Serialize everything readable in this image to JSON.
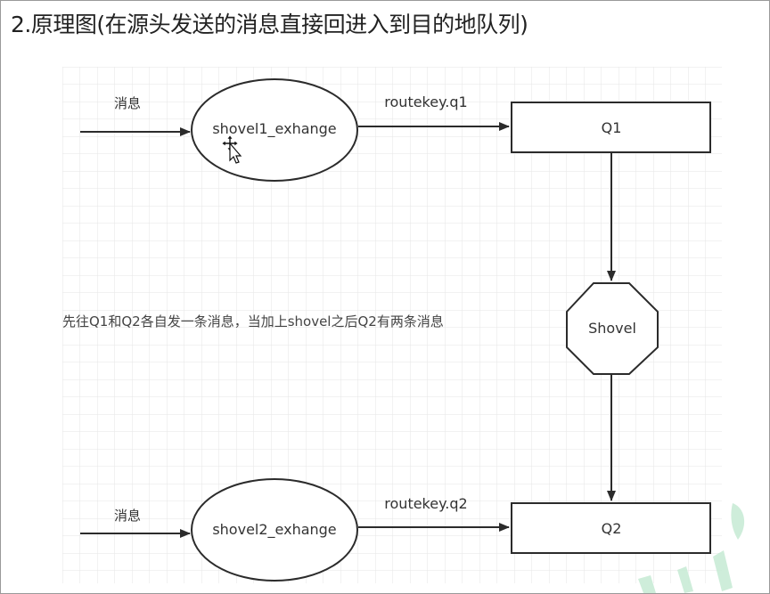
{
  "title": "2.原理图(在源头发送的消息直接回进入到目的地队列)",
  "diagram": {
    "msg_label_top": "消息",
    "msg_label_bottom": "消息",
    "exchange1": "shovel1_exhange",
    "exchange2": "shovel2_exhange",
    "routekey1": "routekey.q1",
    "routekey2": "routekey.q2",
    "queue1": "Q1",
    "queue2": "Q2",
    "shovel": "Shovel",
    "note": "先往Q1和Q2各自发一条消息，当加上shovel之后Q2有两条消息"
  },
  "colors": {
    "grid": "#e6e6e6",
    "stroke": "#2b2b2b",
    "watermark": "#c9ecd6"
  },
  "icons": {
    "cursor": "move-cursor-icon"
  }
}
